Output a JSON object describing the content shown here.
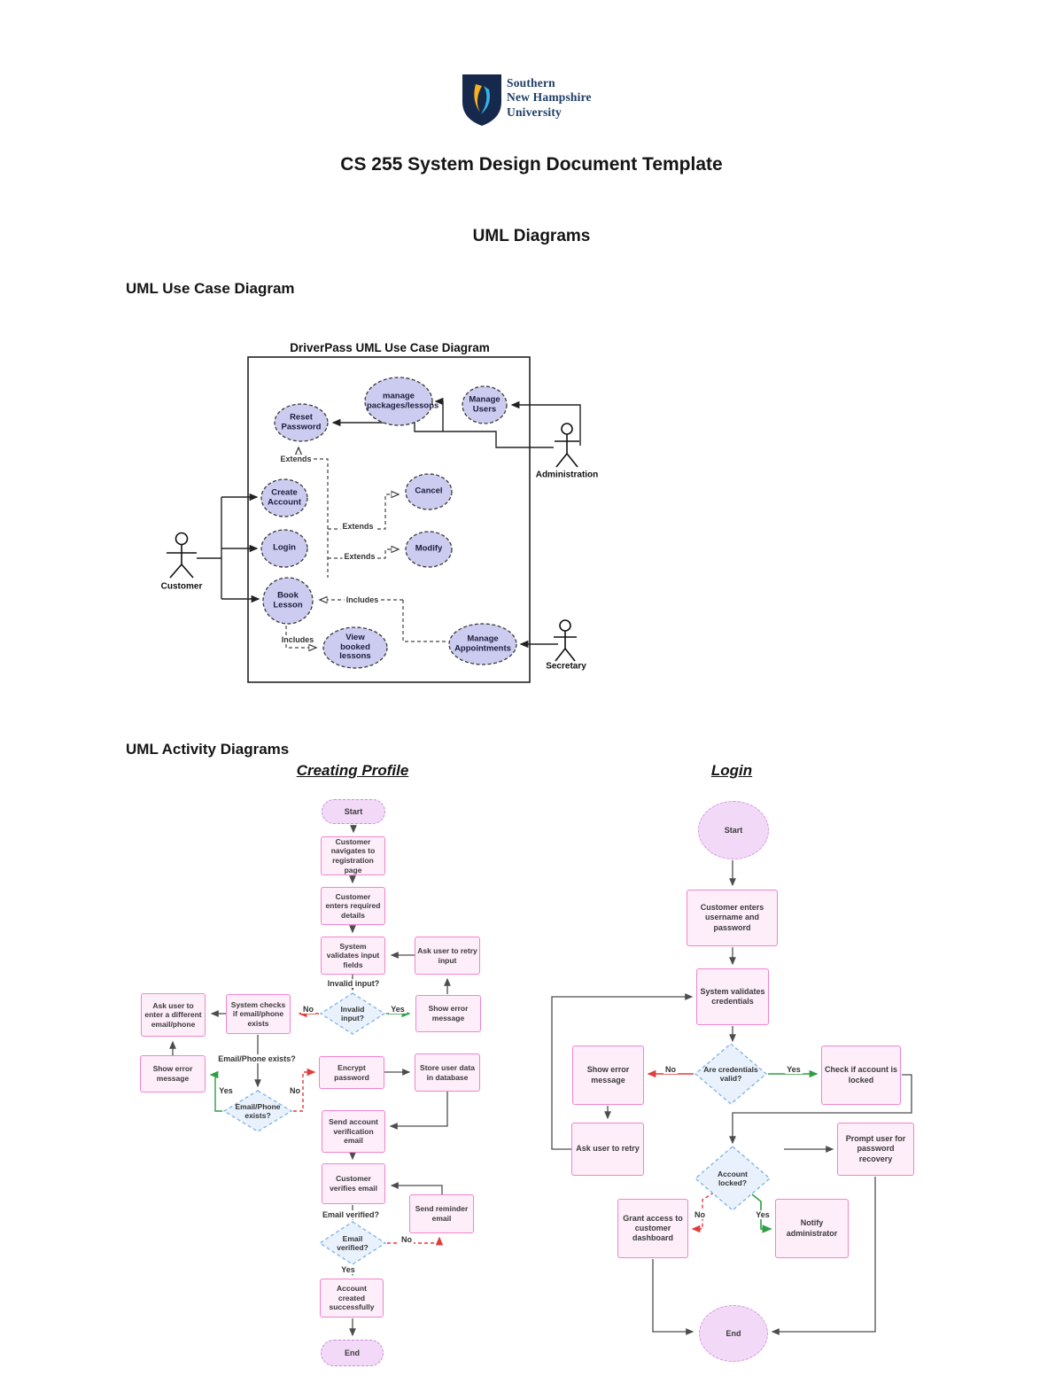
{
  "header": {
    "university_lines": [
      "Southern",
      "New Hampshire",
      "University"
    ],
    "title": "CS 255 System Design Document Template",
    "subtitle": "UML Diagrams"
  },
  "sections": {
    "use_case_heading": "UML Use Case Diagram",
    "activity_heading": "UML Activity Diagrams"
  },
  "use_case": {
    "title": "DriverPass UML Use Case Diagram",
    "actors": {
      "customer": "Customer",
      "administration": "Administration",
      "secretary": "Secretary"
    },
    "ellipses": {
      "reset_password": "Reset Password",
      "manage_packages": "manage packages/lessons",
      "manage_users": "Manage Users",
      "create_account": "Create Account",
      "cancel": "Cancel",
      "login": "Login",
      "modify": "Modify",
      "book_lesson": "Book Lesson",
      "view_booked": "View booked lessons",
      "manage_appointments": "Manage Appointments"
    },
    "edge_labels": {
      "extends_reset": "Extends",
      "extends_cancel": "Extends",
      "extends_modify": "Extends",
      "includes_book": "Includes",
      "includes_view": "Includes"
    }
  },
  "creating_profile": {
    "title": "Creating Profile",
    "nodes": {
      "start": "Start",
      "navigate": "Customer navigates to registration page",
      "enter_details": "Customer enters required details",
      "validate": "System validates input fields",
      "retry_input": "Ask user to retry input",
      "show_error_top": "Show error message",
      "check_exists": "System checks if email/phone exists",
      "ask_different": "Ask user to enter a different email/phone",
      "show_error_left": "Show error message",
      "encrypt": "Encrypt password",
      "store": "Store user data in database",
      "send_verification": "Send account verification email",
      "verify_email": "Customer verifies email",
      "send_reminder": "Send reminder email",
      "created": "Account created successfully",
      "end": "End"
    },
    "decisions": {
      "invalid_input": "Invalid input?",
      "email_exists": "Email/Phone exists?",
      "email_verified": "Email verified?"
    },
    "edge_labels": {
      "invalid_q": "Invalid input?",
      "exists_q": "Email/Phone exists?",
      "verified_q": "Email verified?",
      "yes": "Yes",
      "no": "No"
    }
  },
  "login_flow": {
    "title": "Login",
    "nodes": {
      "start": "Start",
      "enter_credentials": "Customer enters username and password",
      "validate": "System validates credentials",
      "show_error": "Show error message",
      "check_locked": "Check if account is locked",
      "ask_retry": "Ask user to retry",
      "prompt_recovery": "Prompt user for password recovery",
      "grant_access": "Grant access to customer dashboard",
      "notify_admin": "Notify administrator",
      "end": "End"
    },
    "decisions": {
      "credentials_valid": "Are credentials valid?",
      "account_locked": "Account locked?"
    },
    "edge_labels": {
      "yes": "Yes",
      "no": "No"
    }
  }
}
